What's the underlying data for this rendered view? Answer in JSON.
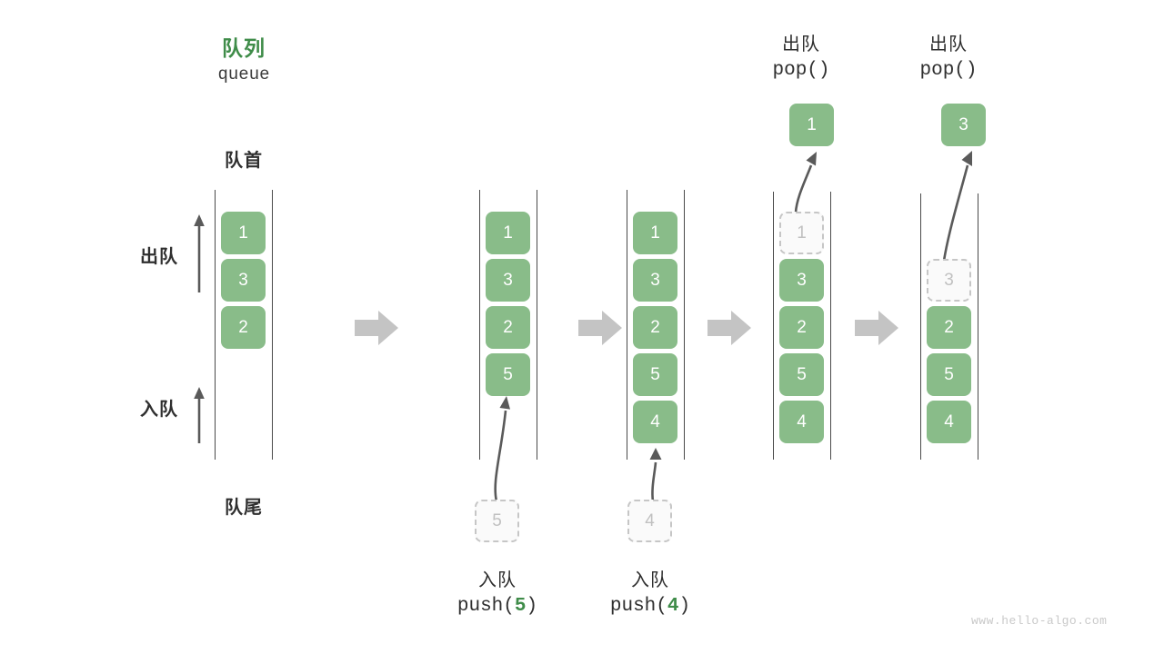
{
  "diagram": {
    "title_cn": "队列",
    "title_code": "queue",
    "front_label": "队首",
    "rear_label": "队尾",
    "side_ops": [
      {
        "name": "dequeue-side-label",
        "text": "出队"
      },
      {
        "name": "enqueue-side-label",
        "text": "入队"
      }
    ],
    "watermark": "www.hello-algo.com",
    "colors": {
      "accent_green": "#89bc89",
      "title_green": "#3f8c49",
      "rail_gray": "#4a4a4a",
      "ghost_border": "#c6c6c6",
      "step_arrow_gray": "#c4c4c4"
    },
    "step_arrow_icon": "right-arrow-icon"
  },
  "columns": [
    {
      "id": "col-1",
      "op_cn": "",
      "op_code": "",
      "op_arg": "",
      "items": [
        "1",
        "3",
        "2"
      ],
      "ghost_index": -1,
      "ghost_value": "",
      "result_value": "",
      "incoming_value": ""
    },
    {
      "id": "col-2",
      "op_cn": "入队",
      "op_code_prefix": "push(",
      "op_arg": "5",
      "op_code_suffix": ")",
      "items": [
        "1",
        "3",
        "2",
        "5"
      ],
      "ghost_index": -1,
      "ghost_value": "",
      "result_value": "",
      "incoming_value": "5"
    },
    {
      "id": "col-3",
      "op_cn": "入队",
      "op_code_prefix": "push(",
      "op_arg": "4",
      "op_code_suffix": ")",
      "items": [
        "1",
        "3",
        "2",
        "5",
        "4"
      ],
      "ghost_index": -1,
      "ghost_value": "",
      "result_value": "",
      "incoming_value": "4"
    },
    {
      "id": "col-4",
      "op_cn": "出队",
      "op_code_prefix": "pop(",
      "op_arg": "",
      "op_code_suffix": ")",
      "items": [
        "1",
        "3",
        "2",
        "5",
        "4"
      ],
      "ghost_index": 0,
      "ghost_value": "1",
      "result_value": "1",
      "incoming_value": ""
    },
    {
      "id": "col-5",
      "op_cn": "出队",
      "op_code_prefix": "pop(",
      "op_arg": "",
      "op_code_suffix": ")",
      "items": [
        "3",
        "2",
        "5",
        "4"
      ],
      "ghost_index": 0,
      "ghost_value": "3",
      "result_value": "3",
      "incoming_value": ""
    }
  ],
  "cells": {
    "c1_1": "1",
    "c1_3": "3",
    "c1_2": "2",
    "c2_1": "1",
    "c2_3": "3",
    "c2_2": "2",
    "c2_5": "5",
    "c3_1": "1",
    "c3_3": "3",
    "c3_2": "2",
    "c3_5": "5",
    "c3_4": "4",
    "c4_g1": "1",
    "c4_3": "3",
    "c4_2": "2",
    "c4_5": "5",
    "c4_4": "4",
    "c5_g3": "3",
    "c5_2": "2",
    "c5_5": "5",
    "c5_4": "4",
    "ghost_in_5": "5",
    "ghost_in_4": "4",
    "res_1": "1",
    "res_3": "3"
  },
  "ops": {
    "push5_cn": "入队",
    "push5_pre": "push(",
    "push5_arg": "5",
    "push5_post": ")",
    "push4_cn": "入队",
    "push4_pre": "push(",
    "push4_arg": "4",
    "push4_post": ")",
    "pop1_cn": "出队",
    "pop1_code": "pop()",
    "pop2_cn": "出队",
    "pop2_code": "pop()"
  }
}
